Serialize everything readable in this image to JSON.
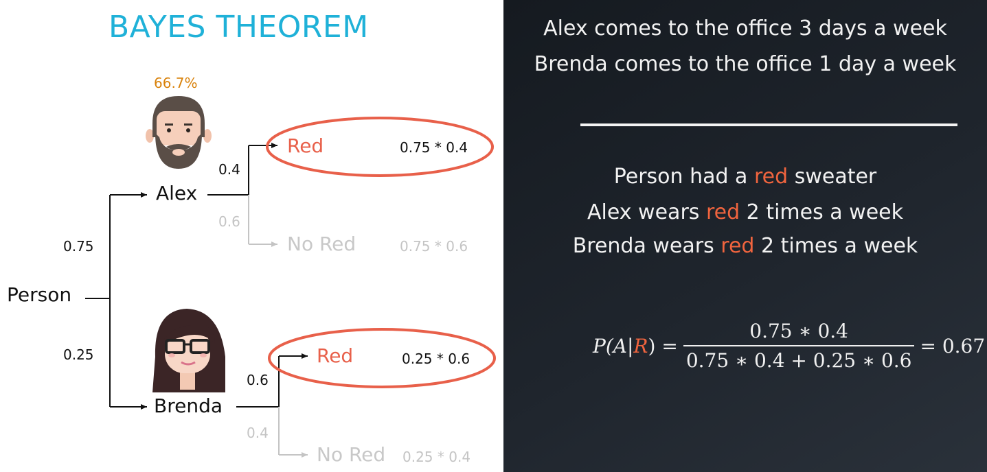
{
  "title": "BAYES THEOREM",
  "tree": {
    "alex_posterior": "66.7%",
    "root": "Person",
    "alex": {
      "name": "Alex",
      "prior": "0.75",
      "p_red": "0.4",
      "p_nored": "0.6",
      "red_label": "Red",
      "nored_label": "No Red",
      "red_expr": "0.75 * 0.4",
      "nored_expr": "0.75 * 0.6"
    },
    "brenda": {
      "name": "Brenda",
      "prior": "0.25",
      "p_red": "0.6",
      "p_nored": "0.4",
      "red_label": "Red",
      "nored_label": "No Red",
      "red_expr": "0.25 * 0.6",
      "nored_expr": "0.25 * 0.4"
    }
  },
  "facts": {
    "line1": "Alex comes to the office 3 days a week",
    "line2": "Brenda comes to the office 1 day a week",
    "obs_pre": "Person had a ",
    "obs_hl": "red",
    "obs_post": " sweater",
    "alex_pre": "Alex wears ",
    "alex_hl": "red",
    "alex_post": " 2 times a week",
    "brenda_pre": "Brenda wears ",
    "brenda_hl": "red",
    "brenda_post": " 2 times a week"
  },
  "formula": {
    "lhs_pre": "P(A|",
    "lhs_hl": "R",
    "lhs_post": ") =",
    "numerator": "0.75 ∗ 0.4",
    "denominator": "0.75 ∗ 0.4 + 0.25 ∗ 0.6",
    "result": "= 0.67"
  },
  "colors": {
    "title": "#1fb1d8",
    "posterior": "#d9820b",
    "red": "#e8604a",
    "faded": "#c4c4c4"
  }
}
